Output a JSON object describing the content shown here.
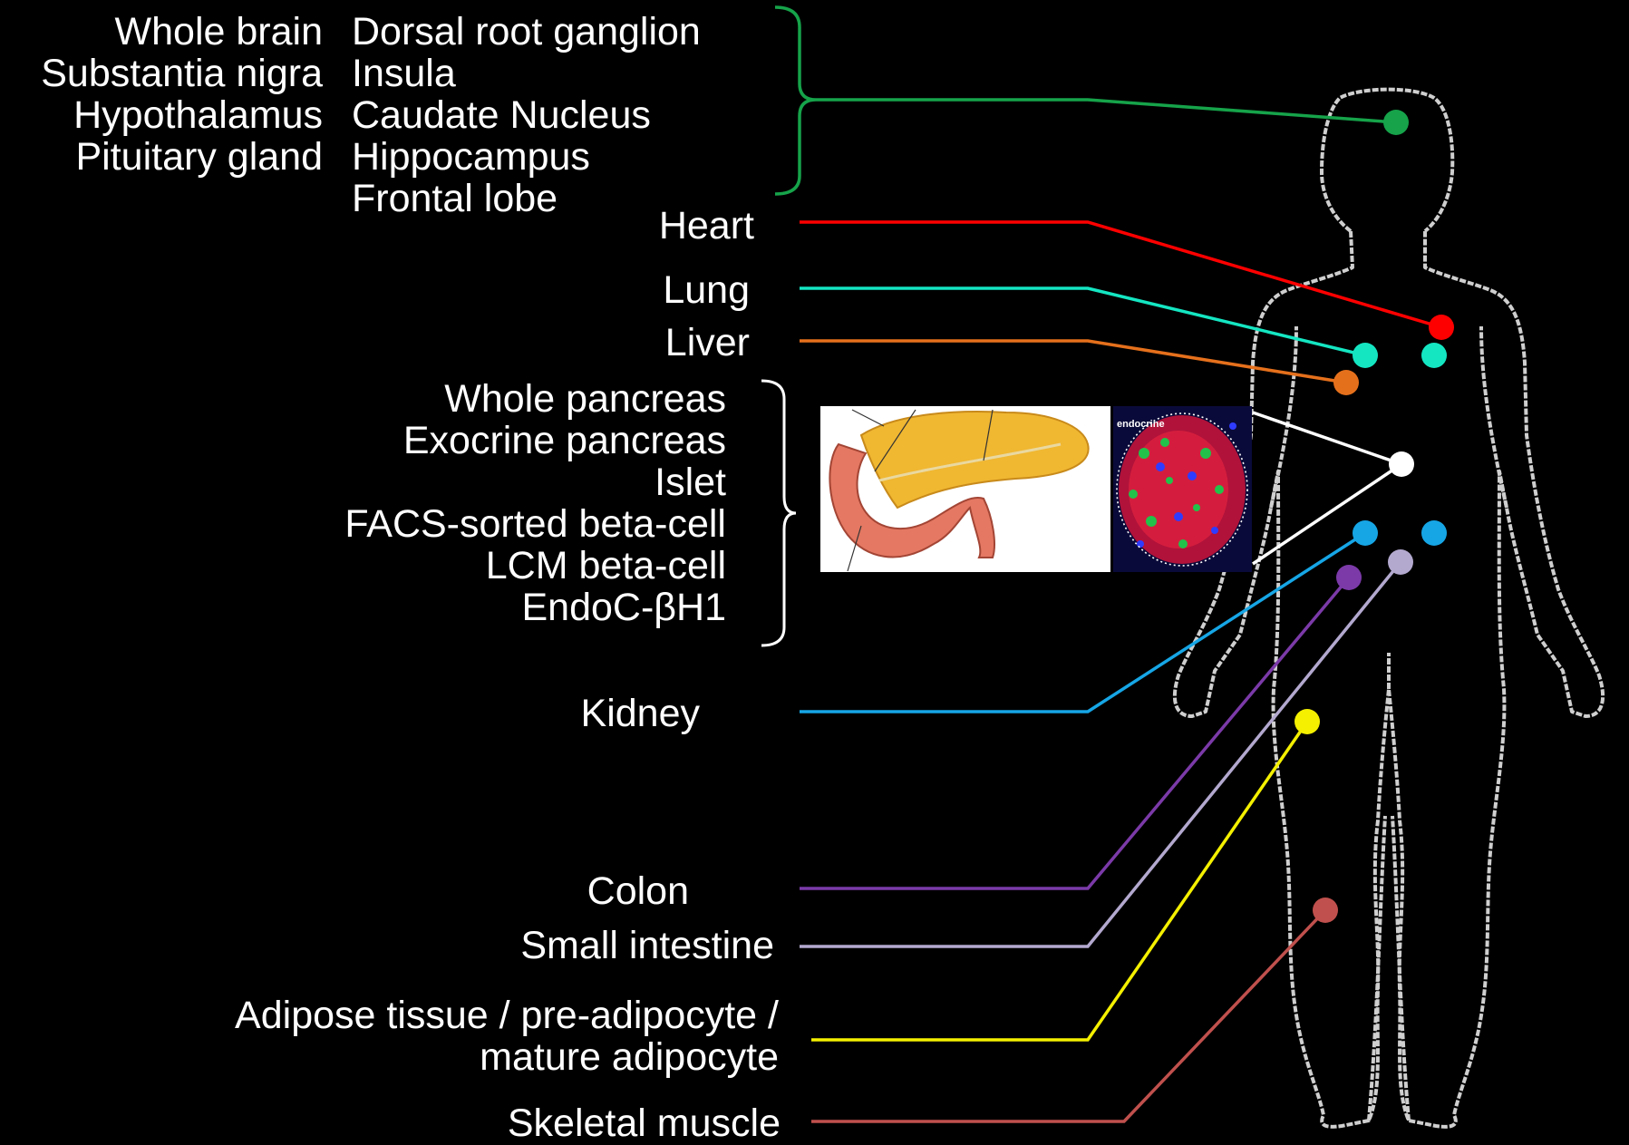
{
  "brain_group": {
    "left_column": [
      "Whole brain",
      "Substantia nigra",
      "Hypothalamus",
      "Pituitary gland"
    ],
    "right_column": [
      "Dorsal root ganglion",
      "Insula",
      "Caudate Nucleus",
      "Hippocampus",
      "Frontal lobe"
    ]
  },
  "pancreas_group": [
    "Whole pancreas",
    "Exocrine pancreas",
    "Islet",
    "FACS-sorted beta-cell",
    "LCM beta-cell",
    "EndoC-βH1"
  ],
  "islet_inset_label": "endocrine",
  "tissues": {
    "heart": "Heart",
    "lung": "Lung",
    "liver": "Liver",
    "kidney": "Kidney",
    "colon": "Colon",
    "small_intestine": "Small intestine",
    "adipose_line1": "Adipose tissue / pre-adipocyte /",
    "adipose_line2": "mature adipocyte",
    "skeletal_muscle": "Skeletal muscle"
  },
  "colors": {
    "brain": "#16a34a",
    "heart": "#ff0000",
    "lung": "#14e6c2",
    "liver": "#e5701c",
    "pancreas": "#ffffff",
    "kidney": "#16a6e6",
    "colon": "#7b3aa8",
    "small_intestine": "#b3a9cf",
    "adipose": "#f4f000",
    "skeletal_muscle": "#c0504d",
    "body_outline": "#cfcfcf"
  }
}
